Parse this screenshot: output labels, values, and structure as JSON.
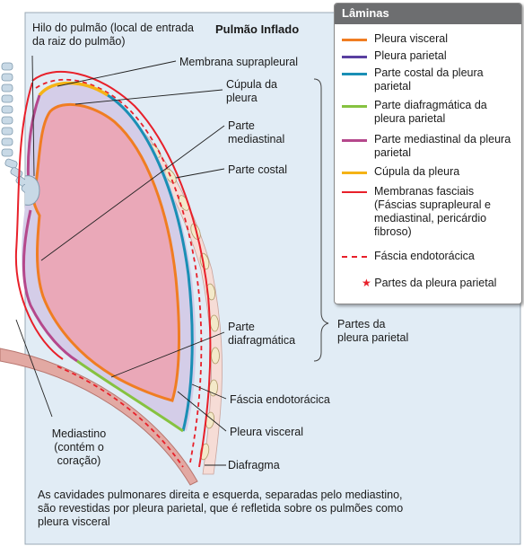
{
  "title": "Pulmão Inflado",
  "labels": {
    "hilo": "Hilo do pulmão (local de entrada da raiz do pulmão)",
    "membrana_suprapleural": "Membrana suprapleural",
    "cupula": "Cúpula da pleura",
    "parte_mediastinal": "Parte mediastinal",
    "parte_costal": "Parte costal",
    "parte_diafragmatica": "Parte diafragmática",
    "partes_pleura_parietal": "Partes da pleura parietal",
    "fascia_endotoracica": "Fáscia endotorácica",
    "pleura_visceral": "Pleura visceral",
    "diafragma": "Diafragma",
    "mediastino": "Mediastino (contém o coração)"
  },
  "legend": {
    "title": "Lâminas",
    "items": [
      {
        "label": "Pleura visceral",
        "color": "#f07d22",
        "style": "solid"
      },
      {
        "label": "Pleura parietal",
        "color": "#5a3fa0",
        "style": "solid"
      },
      {
        "label": "Parte costal da pleura parietal",
        "color": "#1a8fb5",
        "style": "solid"
      },
      {
        "label": "Parte diafragmática da pleura parietal",
        "color": "#86c240",
        "style": "solid"
      },
      {
        "label": "Parte mediastinal da pleura parietal",
        "color": "#b5488c",
        "style": "solid"
      },
      {
        "label": "Cúpula da pleura",
        "color": "#f5b316",
        "style": "solid"
      },
      {
        "label": "Membranas fasciais (Fáscias suprapleural e mediastinal, pericárdio fibroso)",
        "color": "#e8202a",
        "style": "solid"
      },
      {
        "label": "Fáscia endotorácica",
        "color": "#e8202a",
        "style": "dashed"
      }
    ],
    "star_note": "Partes da pleura parietal"
  },
  "caption": "As cavidades pulmonares direita e esquerda, separadas pelo mediastino, são revestidas por pleura parietal, que é refletida sobre os pulmões como pleura visceral"
}
